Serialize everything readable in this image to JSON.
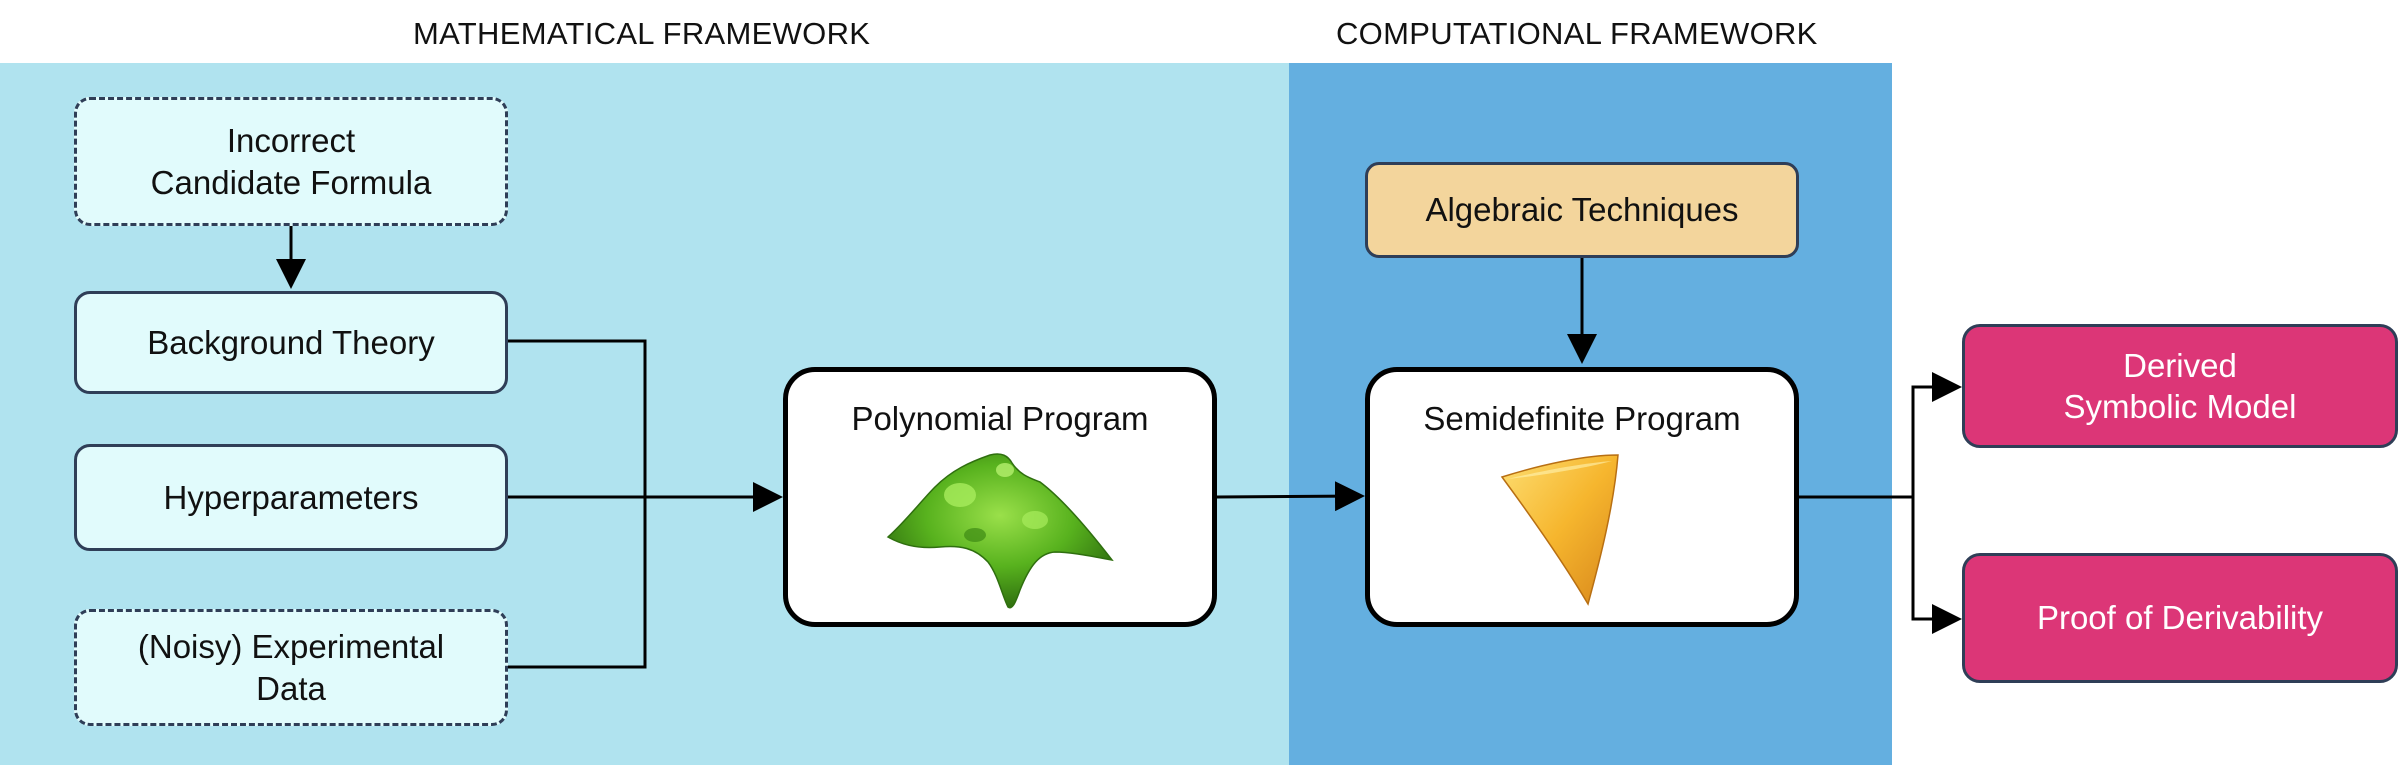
{
  "sections": {
    "math_title": "MATHEMATICAL FRAMEWORK",
    "comp_title": "COMPUTATIONAL FRAMEWORK"
  },
  "inputs": {
    "candidate": "Incorrect\nCandidate Formula",
    "background": "Background Theory",
    "hyperparameters": "Hyperparameters",
    "data": "(Noisy) Experimental\nData"
  },
  "programs": {
    "polynomial": "Polynomial Program",
    "semidefinite": "Semidefinite Program"
  },
  "techniques": "Algebraic Techniques",
  "outputs": {
    "model": "Derived\nSymbolic Model",
    "proof": "Proof of Derivability"
  },
  "colors": {
    "math_bg": "#b0e3ef",
    "comp_bg": "#64afe0",
    "input_fill": "#e1fbfc",
    "tech_fill": "#f3d59c",
    "output_fill": "#dc3677",
    "surface_green": "#58b21e",
    "cone_orange": "#f6b62e"
  }
}
